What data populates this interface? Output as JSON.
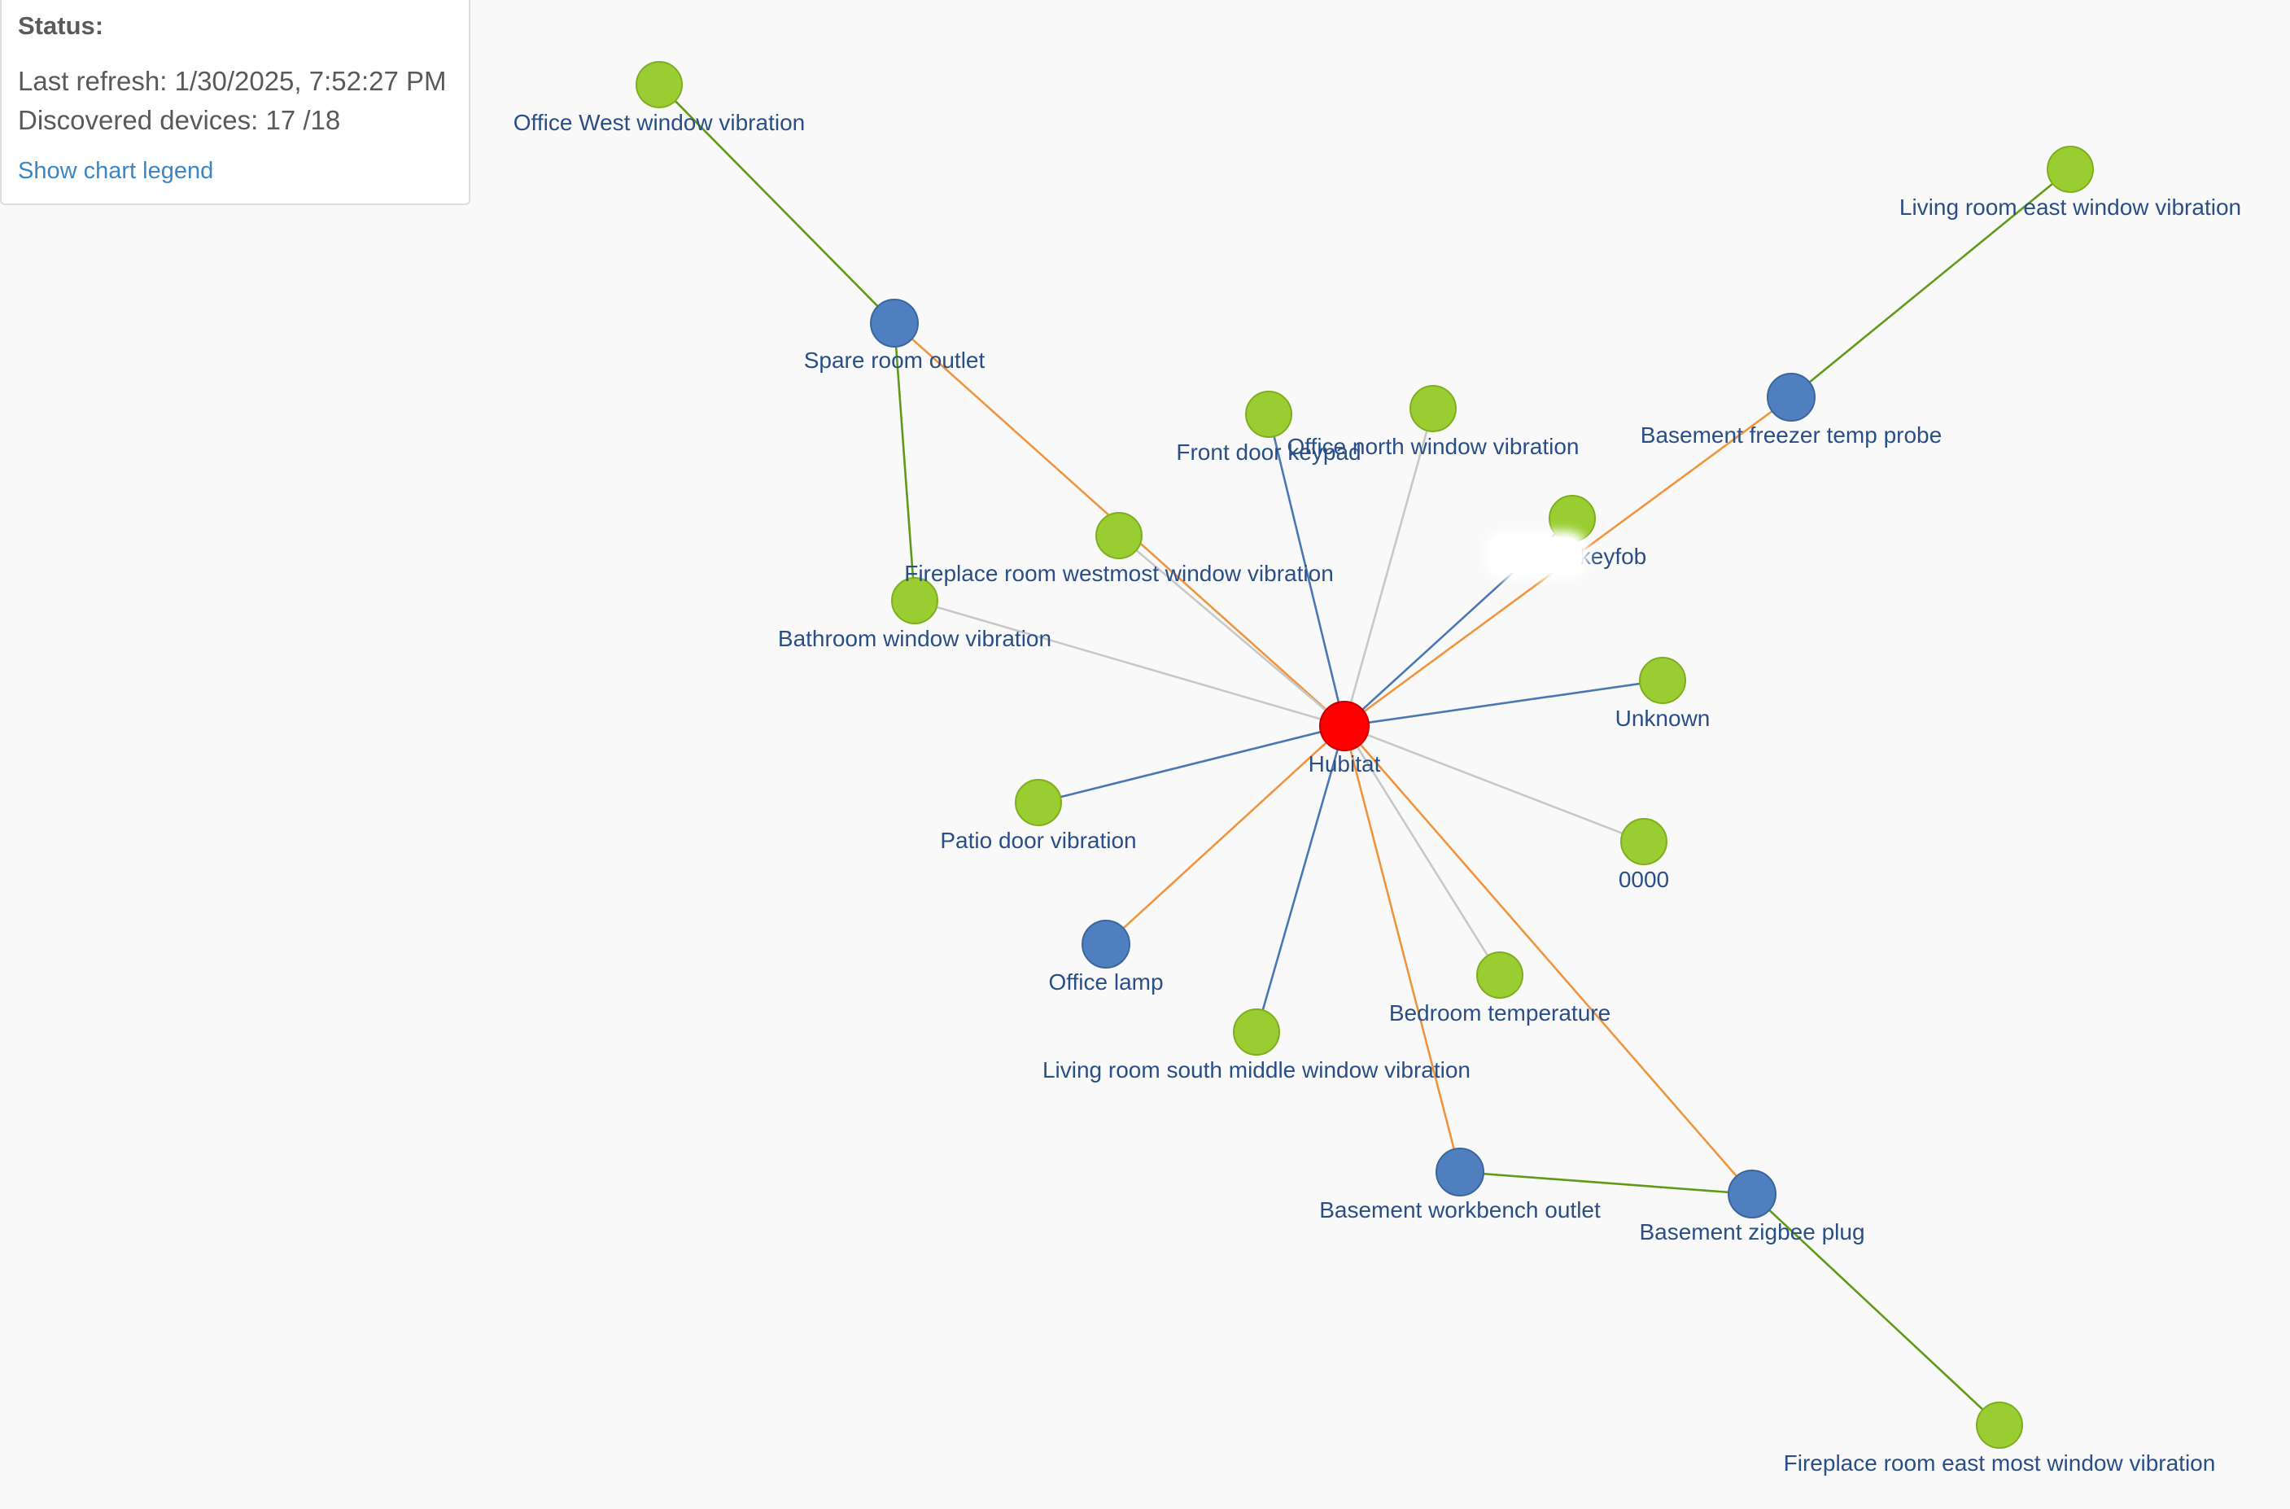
{
  "status": {
    "title": "Status:",
    "last_refresh": "Last refresh: 1/30/2025, 7:52:27 PM",
    "discovered": "Discovered devices: 17 /18",
    "legend_link": "Show chart legend"
  },
  "colors": {
    "hub": "#ff0000",
    "router": "#4f7fbf",
    "end_device": "#9acd32",
    "link_orange": "#f0953f",
    "link_blue": "#4a78b4",
    "link_gray": "#c8c8c8",
    "link_green": "#5f9a18",
    "label": "#2a4f86"
  },
  "graph": {
    "nodes": [
      {
        "id": "hub",
        "label": "Hubitat",
        "kind": "hub"
      },
      {
        "id": "office-west",
        "label": "Office West window vibration",
        "kind": "end_device"
      },
      {
        "id": "spare-outlet",
        "label": "Spare room outlet",
        "kind": "router"
      },
      {
        "id": "living-east",
        "label": "Living room east window vibration",
        "kind": "end_device"
      },
      {
        "id": "freezer-probe",
        "label": "Basement freezer temp probe",
        "kind": "router"
      },
      {
        "id": "front-keypad",
        "label": "Front door keypad",
        "kind": "end_device"
      },
      {
        "id": "office-north",
        "label": "Office north window vibration",
        "kind": "end_device"
      },
      {
        "id": "keyfob",
        "label": "keyfob",
        "kind": "end_device"
      },
      {
        "id": "fireplace-west",
        "label": "Fireplace room westmost window vibration",
        "kind": "end_device"
      },
      {
        "id": "bathroom",
        "label": "Bathroom window vibration",
        "kind": "end_device"
      },
      {
        "id": "unknown",
        "label": "Unknown",
        "kind": "end_device"
      },
      {
        "id": "patio",
        "label": "Patio door vibration",
        "kind": "end_device"
      },
      {
        "id": "zero",
        "label": "0000",
        "kind": "end_device"
      },
      {
        "id": "office-lamp",
        "label": "Office lamp",
        "kind": "router"
      },
      {
        "id": "bedroom-temp",
        "label": "Bedroom temperature",
        "kind": "end_device"
      },
      {
        "id": "living-south",
        "label": "Living room south middle window vibration",
        "kind": "end_device"
      },
      {
        "id": "workbench",
        "label": "Basement workbench outlet",
        "kind": "router"
      },
      {
        "id": "zigbee-plug",
        "label": "Basement zigbee plug",
        "kind": "router"
      },
      {
        "id": "fireplace-east",
        "label": "Fireplace room east most window vibration",
        "kind": "end_device"
      }
    ],
    "edges": [
      {
        "from": "hub",
        "to": "spare-outlet",
        "color": "link_orange"
      },
      {
        "from": "hub",
        "to": "freezer-probe",
        "color": "link_orange"
      },
      {
        "from": "hub",
        "to": "office-lamp",
        "color": "link_orange"
      },
      {
        "from": "hub",
        "to": "workbench",
        "color": "link_orange"
      },
      {
        "from": "hub",
        "to": "zigbee-plug",
        "color": "link_orange"
      },
      {
        "from": "hub",
        "to": "front-keypad",
        "color": "link_blue"
      },
      {
        "from": "hub",
        "to": "keyfob",
        "color": "link_blue"
      },
      {
        "from": "hub",
        "to": "unknown",
        "color": "link_blue"
      },
      {
        "from": "hub",
        "to": "patio",
        "color": "link_blue"
      },
      {
        "from": "hub",
        "to": "living-south",
        "color": "link_blue"
      },
      {
        "from": "hub",
        "to": "office-north",
        "color": "link_gray"
      },
      {
        "from": "hub",
        "to": "fireplace-west",
        "color": "link_gray"
      },
      {
        "from": "hub",
        "to": "bathroom",
        "color": "link_gray"
      },
      {
        "from": "hub",
        "to": "zero",
        "color": "link_gray"
      },
      {
        "from": "hub",
        "to": "bedroom-temp",
        "color": "link_gray"
      },
      {
        "from": "spare-outlet",
        "to": "office-west",
        "color": "link_green"
      },
      {
        "from": "spare-outlet",
        "to": "bathroom",
        "color": "link_green"
      },
      {
        "from": "freezer-probe",
        "to": "living-east",
        "color": "link_green"
      },
      {
        "from": "workbench",
        "to": "zigbee-plug",
        "color": "link_green"
      },
      {
        "from": "zigbee-plug",
        "to": "fireplace-east",
        "color": "link_green"
      }
    ]
  }
}
